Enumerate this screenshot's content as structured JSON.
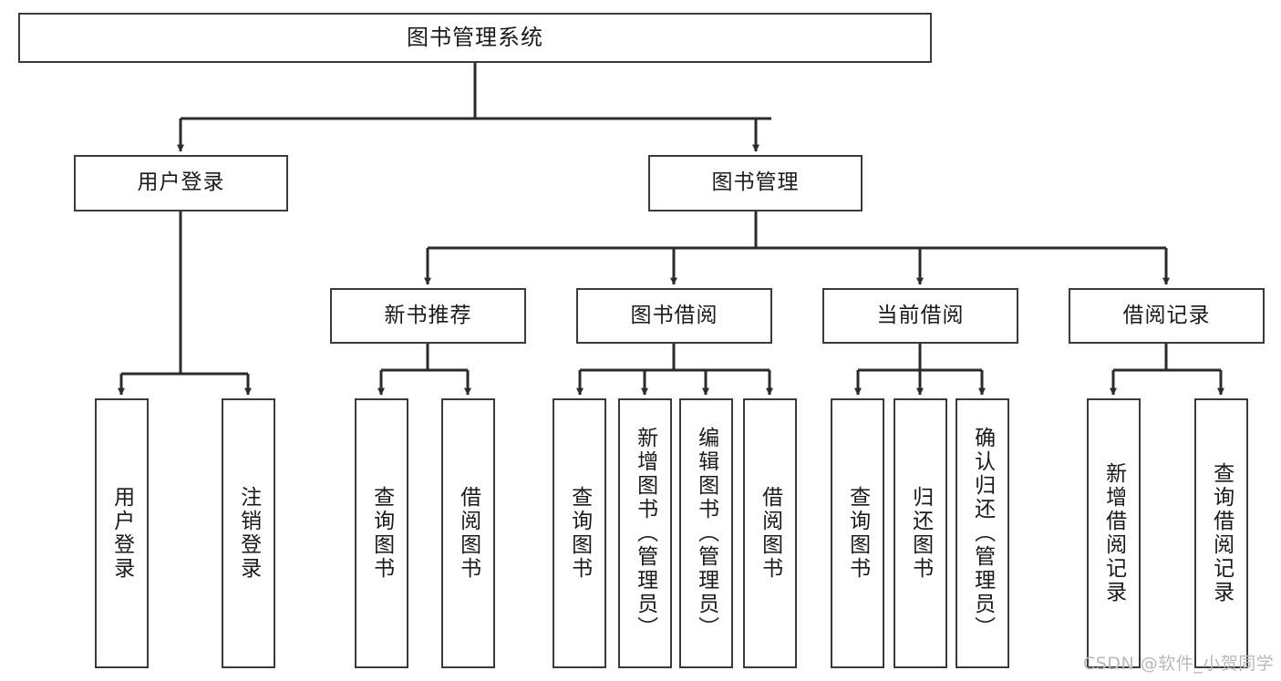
{
  "diagram": {
    "title": "图书管理系统",
    "type": "tree-hierarchy-chart",
    "watermark": "CSDN @软件_小贺同学",
    "colors": {
      "box_border": "#3a3a3a",
      "box_fill": "#ffffff",
      "edge": "#2b2b2b",
      "text": "#1a1a1a",
      "watermark": "#b9b9b9",
      "background": "#ffffff"
    },
    "nodes": {
      "root": {
        "label": "图书管理系统"
      },
      "level2": [
        {
          "id": "user-login",
          "label": "用户登录"
        },
        {
          "id": "book-manage",
          "label": "图书管理"
        }
      ],
      "level3": [
        {
          "id": "new-book-recommend",
          "label": "新书推荐"
        },
        {
          "id": "book-borrow",
          "label": "图书借阅"
        },
        {
          "id": "current-borrow",
          "label": "当前借阅"
        },
        {
          "id": "borrow-record",
          "label": "借阅记录"
        }
      ],
      "leaves": {
        "user-login": [
          {
            "id": "leaf-user-login",
            "label": "用户登录"
          },
          {
            "id": "leaf-logout-login",
            "label": "注销登录"
          }
        ],
        "new-book-recommend": [
          {
            "id": "leaf-query-book-1",
            "label": "查询图书"
          },
          {
            "id": "leaf-borrow-book-1",
            "label": "借阅图书"
          }
        ],
        "book-borrow": [
          {
            "id": "leaf-query-book-2",
            "label": "查询图书"
          },
          {
            "id": "leaf-add-book",
            "label": "新增图书（管理员）"
          },
          {
            "id": "leaf-edit-book",
            "label": "编辑图书（管理员）"
          },
          {
            "id": "leaf-borrow-book-2",
            "label": "借阅图书"
          }
        ],
        "current-borrow": [
          {
            "id": "leaf-query-book-3",
            "label": "查询图书"
          },
          {
            "id": "leaf-return-book",
            "label": "归还图书"
          },
          {
            "id": "leaf-confirm-return",
            "label": "确认归还（管理员）"
          }
        ],
        "borrow-record": [
          {
            "id": "leaf-add-record",
            "label": "新增借阅记录"
          },
          {
            "id": "leaf-query-record",
            "label": "查询借阅记录"
          }
        ]
      }
    }
  }
}
